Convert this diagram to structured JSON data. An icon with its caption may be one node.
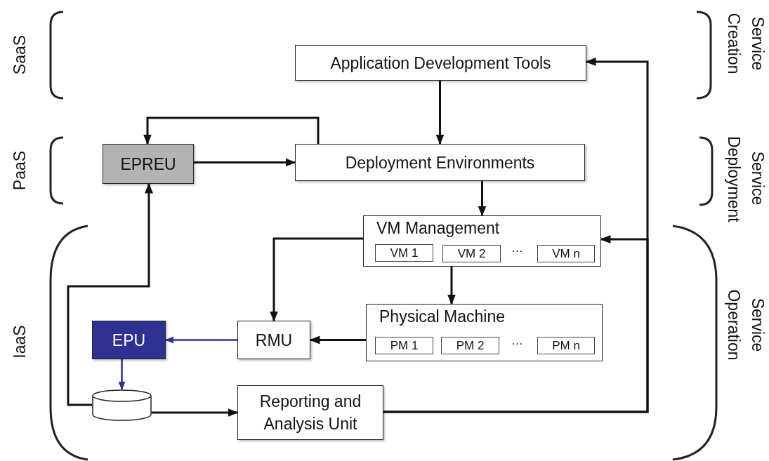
{
  "diagram": {
    "nodes": [
      {
        "text": [
          "Application Development Tools"
        ]
      },
      {
        "text": [
          "EPREU"
        ]
      },
      {
        "text": [
          "Deployment Environments"
        ]
      },
      {
        "text": [
          "VM Management",
          "…"
        ]
      },
      {
        "text": [
          "VM 1"
        ],
        "in": 3
      },
      {
        "text": [
          "VM 2"
        ],
        "in": 3
      },
      {
        "text": [
          "VM n"
        ],
        "in": 3
      },
      {
        "text": [
          "Physical Machine",
          "…"
        ]
      },
      {
        "text": [
          "PM 1"
        ],
        "in": 7
      },
      {
        "text": [
          "PM 2"
        ],
        "in": 7
      },
      {
        "text": [
          "PM n"
        ],
        "in": 7
      },
      {
        "text": [
          "RMU"
        ]
      },
      {
        "text": [
          "EPU"
        ]
      },
      {
        "text": [],
        "shape": "cylinder"
      },
      {
        "text": [
          "Reporting and Analysis Unit"
        ]
      }
    ],
    "edges": [
      {
        "from": 0,
        "to": 2,
        "arrow": "to"
      },
      {
        "from": 2,
        "to": 1,
        "arrow": "to"
      },
      {
        "from": 1,
        "to": 2,
        "arrow": "to"
      },
      {
        "from": 2,
        "to": 3,
        "arrow": "to"
      },
      {
        "from": 3,
        "to": 11,
        "arrow": "to"
      },
      {
        "from": 3,
        "to": 7,
        "arrow": "to"
      },
      {
        "from": 7,
        "to": 11,
        "arrow": "to"
      },
      {
        "from": 11,
        "to": 12,
        "arrow": "to",
        "color": "#2e3192"
      },
      {
        "from": 12,
        "to": 13,
        "arrow": "to",
        "color": "#2e3192"
      },
      {
        "from": 13,
        "to": 1,
        "arrow": "to"
      },
      {
        "from": 13,
        "to": 14,
        "arrow": "to"
      },
      {
        "from": 14,
        "to": 0,
        "arrow": "to"
      },
      {
        "from": 14,
        "to": 3,
        "arrow": "to"
      }
    ],
    "labels": [
      "SaaS",
      "PaaS",
      "IaaS",
      "Service Creation",
      "Service Deployment",
      "Service Operation"
    ]
  }
}
